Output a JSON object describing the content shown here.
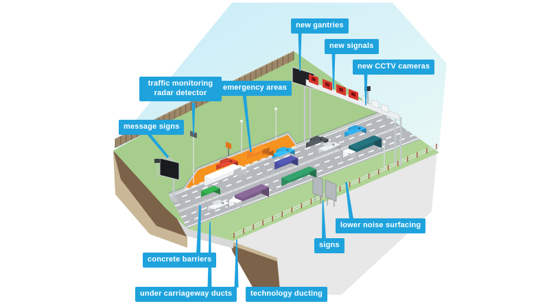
{
  "diagram": {
    "subject": "smart motorway upgrade features",
    "labels": [
      {
        "id": "new-gantries",
        "text": "new gantries"
      },
      {
        "id": "new-signals",
        "text": "new signals"
      },
      {
        "id": "new-cctv-cameras",
        "text": "new CCTV cameras"
      },
      {
        "id": "traffic-monitoring-radar-detector",
        "text": "traffic monitoring radar detector"
      },
      {
        "id": "emergency-areas",
        "text": "emergency areas"
      },
      {
        "id": "message-signs",
        "text": "message signs"
      },
      {
        "id": "lower-noise-surfacing",
        "text": "lower noise surfacing"
      },
      {
        "id": "signs",
        "text": "signs"
      },
      {
        "id": "concrete-barriers",
        "text": "concrete barriers"
      },
      {
        "id": "under-carriageway-ducts",
        "text": "under carriageway ducts"
      },
      {
        "id": "technology-ducting",
        "text": "technology ducting"
      }
    ],
    "colors": {
      "label_bg": "#1fa3dd",
      "label_text": "#ffffff",
      "sky_top": "#c6ebf8",
      "sky_bottom": "#edfaf6",
      "grass": "#a6cd8b",
      "verge_grass": "#afd495",
      "road": "#b5b9bd",
      "emergency_area": "#f6921e",
      "soil_dark": "#7b6248",
      "soil_tan": "#c9b797",
      "cut_face": "#e7e8e7",
      "signal_red": "#d8372f",
      "noise_wall": "#9c8768",
      "fence_post_red": "#a85a40"
    },
    "scene": {
      "vehicles": [
        {
          "name": "blue-car",
          "color": "#2b9cd6",
          "boxes": [
            [
              502,
              200,
              24,
              11,
              7,
              "#2b9cd6"
            ]
          ]
        },
        {
          "name": "dark-car",
          "color": "#4b5157",
          "boxes": [
            [
              446,
              216,
              25,
              11,
              7,
              "#4b5157"
            ]
          ]
        },
        {
          "name": "silver-car-2",
          "color": "#cfd3d5",
          "boxes": [
            [
              464,
              224,
              25,
              11,
              7,
              "#cfd3d5"
            ]
          ]
        },
        {
          "name": "teal-lorry",
          "color": "#20656f",
          "boxes": [
            [
              508,
              227,
              40,
              13,
              14,
              "#20656f"
            ],
            [
              500,
              230,
              8,
              13,
              10,
              "#f2f4f5"
            ]
          ]
        },
        {
          "name": "sky-blue-car",
          "color": "#2ea7dc",
          "boxes": [
            [
              397,
              232,
              25,
              11,
              7,
              "#2ea7dc"
            ]
          ]
        },
        {
          "name": "orange-truck",
          "color": "#f08223",
          "boxes": [
            [
              382,
              227,
              7,
              12,
              9,
              "#e9731c"
            ],
            [
              360,
              232,
              24,
              12,
              12,
              "#f08223"
            ]
          ]
        },
        {
          "name": "red-car",
          "color": "#c8402c",
          "boxes": [
            [
              315,
              248,
              24,
              11,
              7,
              "#c8402c"
            ]
          ]
        },
        {
          "name": "indigo-van",
          "color": "#4a4e9f",
          "boxes": [
            [
              400,
              248,
              26,
              12,
              11,
              "#4a4e9f"
            ]
          ]
        },
        {
          "name": "white-lorry",
          "color": "#eef0f1",
          "boxes": [
            [
              341,
              255,
              8,
              13,
              11,
              "#f6f7f8"
            ],
            [
              298,
              272,
              46,
              13,
              15,
              "#eef0f1"
            ]
          ]
        },
        {
          "name": "green-bus",
          "color": "#2d8f60",
          "boxes": [
            [
              410,
              272,
              44,
              12,
              12,
              "#2d8f60"
            ]
          ]
        },
        {
          "name": "green-van",
          "color": "#2f9e47",
          "boxes": [
            [
              293,
              288,
              20,
              11,
              9,
              "#2f9e47"
            ]
          ]
        },
        {
          "name": "silver-car",
          "color": "#d3d7d9",
          "boxes": [
            [
              303,
              308,
              24,
              11,
              6,
              "#d3d7d9"
            ]
          ]
        },
        {
          "name": "purple-lorry",
          "color": "#7a5c88",
          "boxes": [
            [
              342,
              299,
              42,
              13,
              14,
              "#7a5c88"
            ],
            [
              334,
              302,
              8,
              13,
              10,
              "#f2f3f4"
            ]
          ]
        }
      ]
    }
  }
}
